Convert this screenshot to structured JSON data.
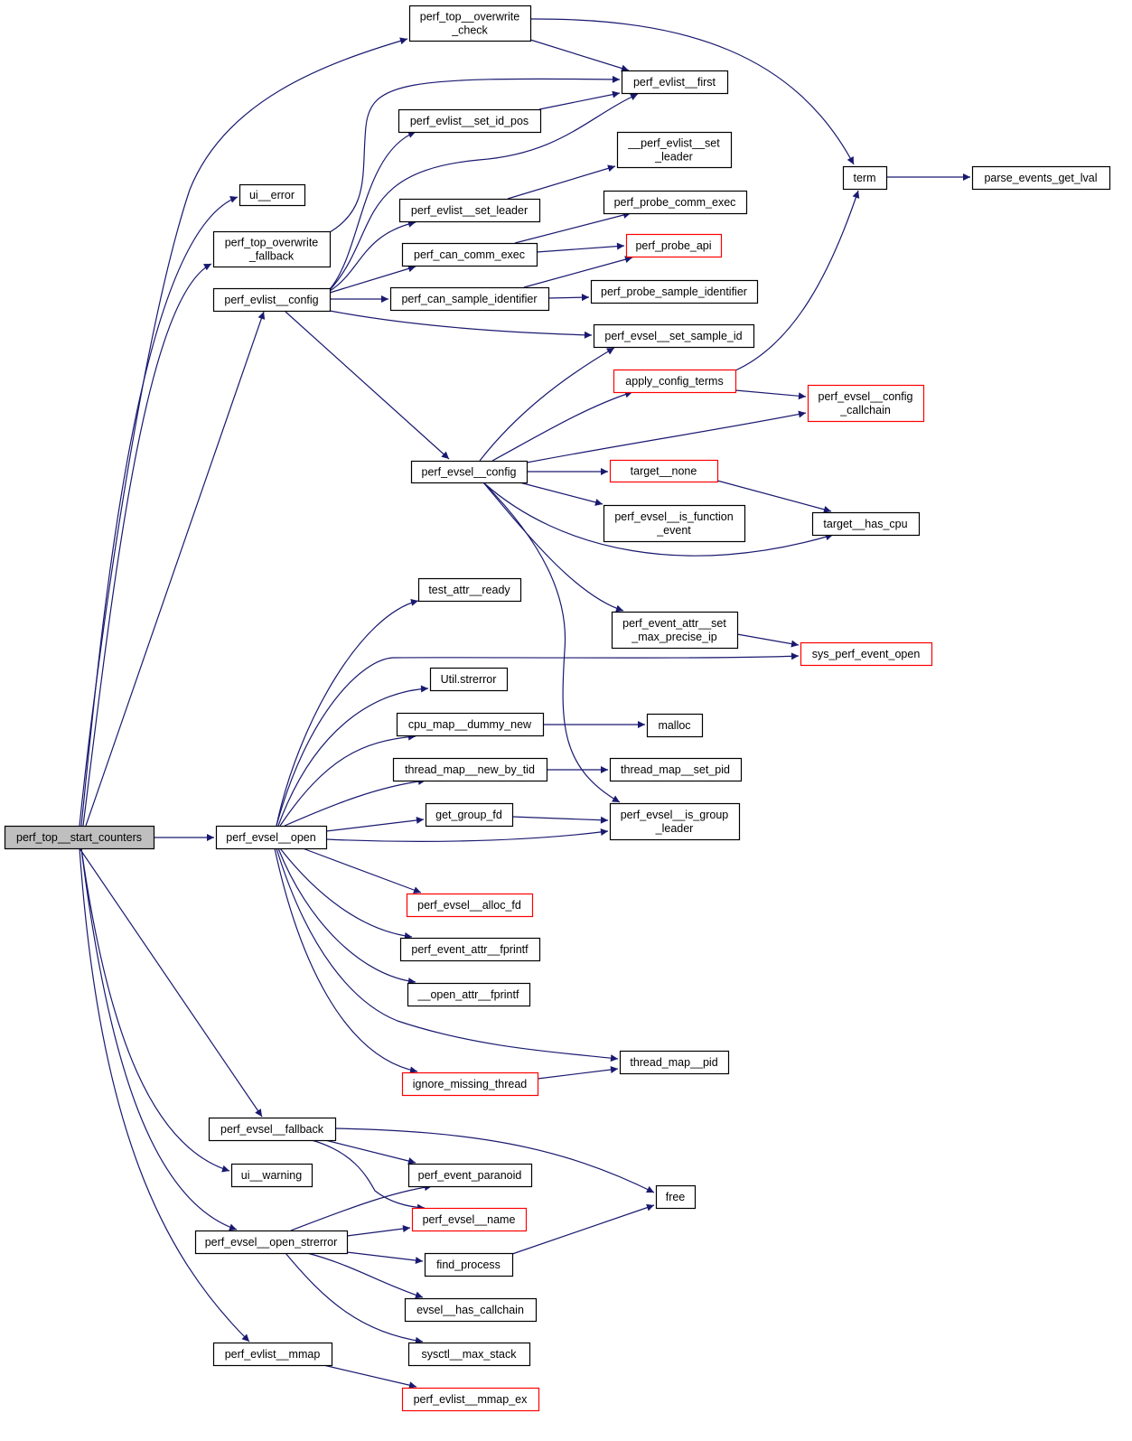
{
  "diagram": {
    "type": "call-graph",
    "root": "perf_top__start_counters",
    "colors": {
      "edge": "#191970",
      "node_border": "#000000",
      "node_border_truncated": "#ff0000",
      "root_fill": "#bfbfbf",
      "node_fill": "#ffffff"
    },
    "nodes": [
      {
        "id": "start",
        "label": [
          "perf_top__start_counters"
        ],
        "root": true
      },
      {
        "id": "ow_check",
        "label": [
          "perf_top__overwrite",
          "_check"
        ]
      },
      {
        "id": "ui_error",
        "label": [
          "ui__error"
        ]
      },
      {
        "id": "ow_fallback",
        "label": [
          "perf_top_overwrite",
          "_fallback"
        ]
      },
      {
        "id": "evlist_config",
        "label": [
          "perf_evlist__config"
        ]
      },
      {
        "id": "evlist_first",
        "label": [
          "perf_evlist__first"
        ]
      },
      {
        "id": "set_id_pos",
        "label": [
          "perf_evlist__set_id_pos"
        ]
      },
      {
        "id": "__set_leader",
        "label": [
          "__perf_evlist__set",
          "_leader"
        ]
      },
      {
        "id": "set_leader",
        "label": [
          "perf_evlist__set_leader"
        ]
      },
      {
        "id": "probe_comm_exec",
        "label": [
          "perf_probe_comm_exec"
        ]
      },
      {
        "id": "can_comm_exec",
        "label": [
          "perf_can_comm_exec"
        ]
      },
      {
        "id": "probe_api",
        "label": [
          "perf_probe_api"
        ],
        "truncated": true
      },
      {
        "id": "can_sample_id",
        "label": [
          "perf_can_sample_identifier"
        ]
      },
      {
        "id": "probe_sample_id",
        "label": [
          "perf_probe_sample_identifier"
        ]
      },
      {
        "id": "set_sample_id",
        "label": [
          "perf_evsel__set_sample_id"
        ]
      },
      {
        "id": "term",
        "label": [
          "term"
        ]
      },
      {
        "id": "parse_lval",
        "label": [
          "parse_events_get_lval"
        ]
      },
      {
        "id": "apply_terms",
        "label": [
          "apply_config_terms"
        ],
        "truncated": true
      },
      {
        "id": "config_callchain",
        "label": [
          "perf_evsel__config",
          "_callchain"
        ],
        "truncated": true
      },
      {
        "id": "evsel_config",
        "label": [
          "perf_evsel__config"
        ]
      },
      {
        "id": "target_none",
        "label": [
          "target__none"
        ],
        "truncated": true
      },
      {
        "id": "is_function",
        "label": [
          "perf_evsel__is_function",
          "_event"
        ]
      },
      {
        "id": "has_cpu",
        "label": [
          "target__has_cpu"
        ]
      },
      {
        "id": "test_attr",
        "label": [
          "test_attr__ready"
        ]
      },
      {
        "id": "set_precise",
        "label": [
          "perf_event_attr__set",
          "_max_precise_ip"
        ]
      },
      {
        "id": "sys_open",
        "label": [
          "sys_perf_event_open"
        ],
        "truncated": true
      },
      {
        "id": "strerror",
        "label": [
          "Util.strerror"
        ]
      },
      {
        "id": "cpu_dummy",
        "label": [
          "cpu_map__dummy_new"
        ]
      },
      {
        "id": "malloc",
        "label": [
          "malloc"
        ]
      },
      {
        "id": "thread_new",
        "label": [
          "thread_map__new_by_tid"
        ]
      },
      {
        "id": "thread_set_pid",
        "label": [
          "thread_map__set_pid"
        ]
      },
      {
        "id": "group_fd",
        "label": [
          "get_group_fd"
        ]
      },
      {
        "id": "is_group_leader",
        "label": [
          "perf_evsel__is_group",
          "_leader"
        ]
      },
      {
        "id": "evsel_open",
        "label": [
          "perf_evsel__open"
        ]
      },
      {
        "id": "alloc_fd",
        "label": [
          "perf_evsel__alloc_fd"
        ],
        "truncated": true
      },
      {
        "id": "attr_fprintf",
        "label": [
          "perf_event_attr__fprintf"
        ]
      },
      {
        "id": "open_attr_fprintf",
        "label": [
          "__open_attr__fprintf"
        ]
      },
      {
        "id": "thread_pid",
        "label": [
          "thread_map__pid"
        ]
      },
      {
        "id": "ignore_missing",
        "label": [
          "ignore_missing_thread"
        ],
        "truncated": true
      },
      {
        "id": "evsel_fallback",
        "label": [
          "perf_evsel__fallback"
        ]
      },
      {
        "id": "ui_warning",
        "label": [
          "ui__warning"
        ]
      },
      {
        "id": "paranoid",
        "label": [
          "perf_event_paranoid"
        ]
      },
      {
        "id": "free",
        "label": [
          "free"
        ]
      },
      {
        "id": "evsel_name",
        "label": [
          "perf_evsel__name"
        ],
        "truncated": true
      },
      {
        "id": "open_strerror",
        "label": [
          "perf_evsel__open_strerror"
        ]
      },
      {
        "id": "find_process",
        "label": [
          "find_process"
        ]
      },
      {
        "id": "has_callchain",
        "label": [
          "evsel__has_callchain"
        ]
      },
      {
        "id": "max_stack",
        "label": [
          "sysctl__max_stack"
        ]
      },
      {
        "id": "evlist_mmap",
        "label": [
          "perf_evlist__mmap"
        ]
      },
      {
        "id": "mmap_ex",
        "label": [
          "perf_evlist__mmap_ex"
        ],
        "truncated": true
      }
    ],
    "edges": [
      [
        "start",
        "ow_check"
      ],
      [
        "start",
        "ui_error"
      ],
      [
        "start",
        "ow_fallback"
      ],
      [
        "start",
        "evlist_config"
      ],
      [
        "start",
        "evsel_open"
      ],
      [
        "start",
        "evsel_fallback"
      ],
      [
        "start",
        "ui_warning"
      ],
      [
        "start",
        "open_strerror"
      ],
      [
        "start",
        "evlist_mmap"
      ],
      [
        "ow_check",
        "evlist_first"
      ],
      [
        "ow_check",
        "term"
      ],
      [
        "ow_fallback",
        "evlist_first"
      ],
      [
        "evlist_config",
        "set_id_pos"
      ],
      [
        "evlist_config",
        "evlist_first"
      ],
      [
        "evlist_config",
        "set_leader"
      ],
      [
        "evlist_config",
        "can_comm_exec"
      ],
      [
        "evlist_config",
        "can_sample_id"
      ],
      [
        "evlist_config",
        "set_sample_id"
      ],
      [
        "evlist_config",
        "evsel_config"
      ],
      [
        "set_id_pos",
        "evlist_first"
      ],
      [
        "set_leader",
        "__set_leader"
      ],
      [
        "can_comm_exec",
        "probe_comm_exec"
      ],
      [
        "can_comm_exec",
        "probe_api"
      ],
      [
        "can_sample_id",
        "probe_api"
      ],
      [
        "can_sample_id",
        "probe_sample_id"
      ],
      [
        "term",
        "parse_lval"
      ],
      [
        "apply_terms",
        "term"
      ],
      [
        "apply_terms",
        "config_callchain"
      ],
      [
        "evsel_config",
        "set_sample_id"
      ],
      [
        "evsel_config",
        "apply_terms"
      ],
      [
        "evsel_config",
        "config_callchain"
      ],
      [
        "evsel_config",
        "target_none"
      ],
      [
        "evsel_config",
        "is_function"
      ],
      [
        "evsel_config",
        "has_cpu"
      ],
      [
        "evsel_config",
        "set_precise"
      ],
      [
        "evsel_config",
        "is_group_leader"
      ],
      [
        "target_none",
        "has_cpu"
      ],
      [
        "set_precise",
        "sys_open"
      ],
      [
        "evsel_open",
        "test_attr"
      ],
      [
        "evsel_open",
        "sys_open"
      ],
      [
        "evsel_open",
        "strerror"
      ],
      [
        "evsel_open",
        "cpu_dummy"
      ],
      [
        "evsel_open",
        "thread_new"
      ],
      [
        "evsel_open",
        "group_fd"
      ],
      [
        "evsel_open",
        "is_group_leader"
      ],
      [
        "evsel_open",
        "alloc_fd"
      ],
      [
        "evsel_open",
        "attr_fprintf"
      ],
      [
        "evsel_open",
        "open_attr_fprintf"
      ],
      [
        "evsel_open",
        "thread_pid"
      ],
      [
        "evsel_open",
        "ignore_missing"
      ],
      [
        "cpu_dummy",
        "malloc"
      ],
      [
        "thread_new",
        "thread_set_pid"
      ],
      [
        "group_fd",
        "is_group_leader"
      ],
      [
        "ignore_missing",
        "thread_pid"
      ],
      [
        "evsel_fallback",
        "free"
      ],
      [
        "evsel_fallback",
        "paranoid"
      ],
      [
        "evsel_fallback",
        "evsel_name"
      ],
      [
        "open_strerror",
        "paranoid"
      ],
      [
        "open_strerror",
        "evsel_name"
      ],
      [
        "open_strerror",
        "find_process"
      ],
      [
        "open_strerror",
        "has_callchain"
      ],
      [
        "open_strerror",
        "max_stack"
      ],
      [
        "find_process",
        "free"
      ],
      [
        "evlist_mmap",
        "mmap_ex"
      ]
    ]
  }
}
